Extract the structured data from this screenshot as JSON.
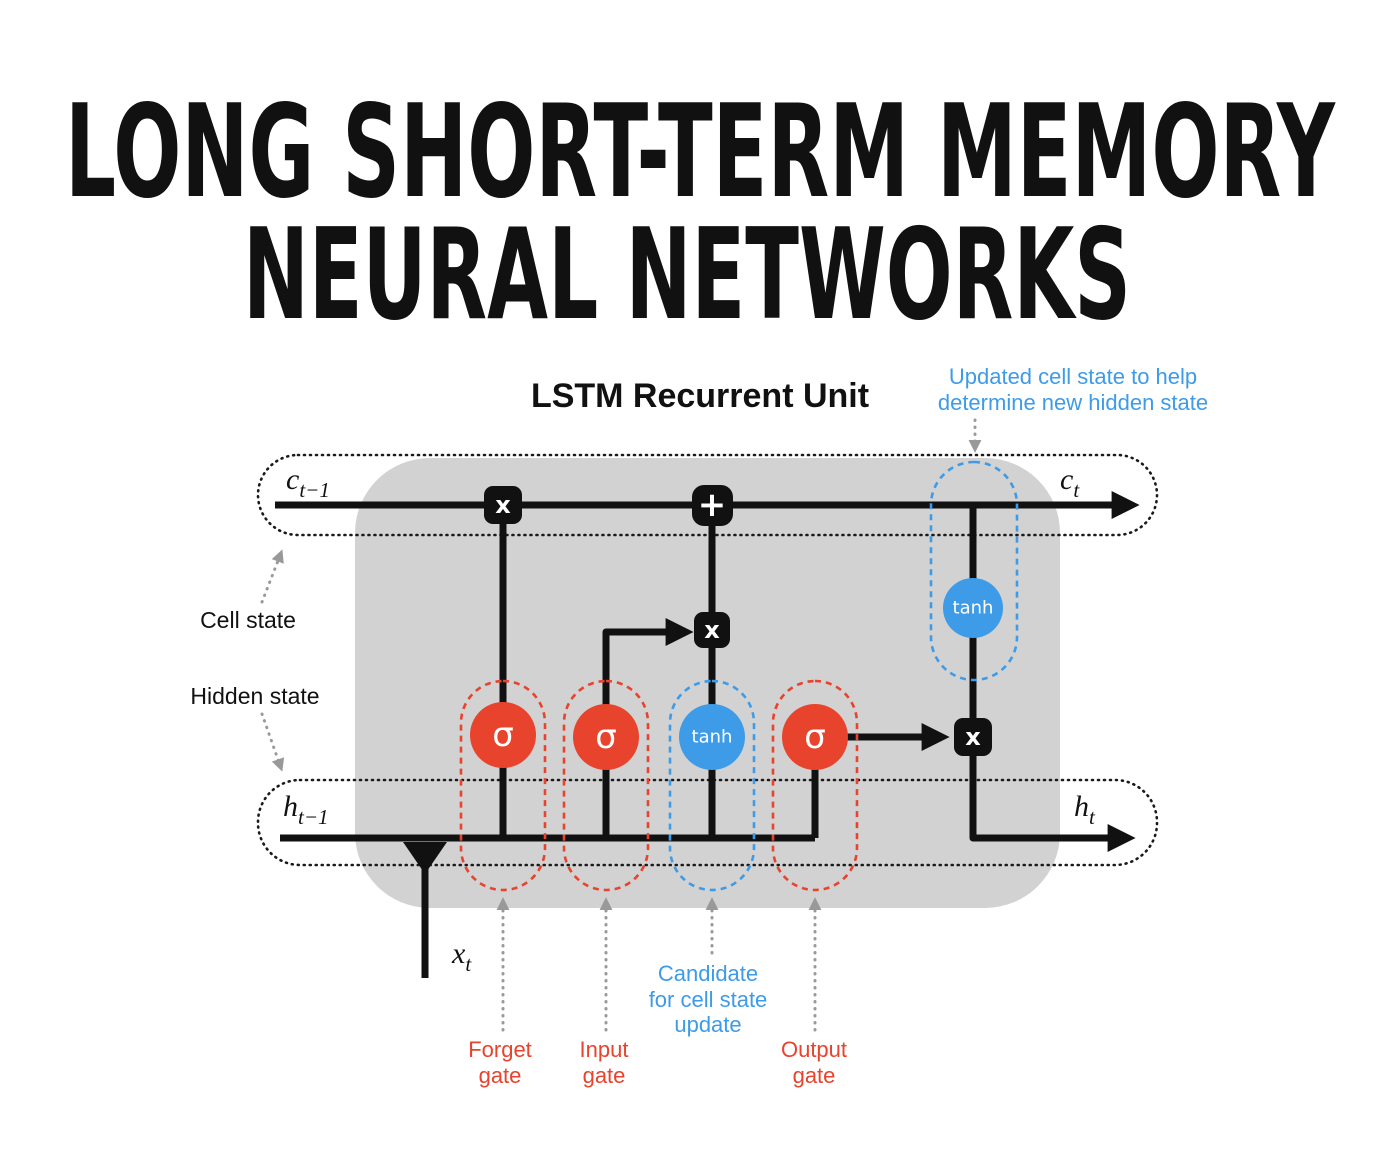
{
  "title": {
    "line1": "LONG SHORT-TERM MEMORY",
    "line2": "NEURAL NETWORKS"
  },
  "diagram": {
    "heading": "LSTM Recurrent Unit",
    "labels": {
      "cell_state": "Cell state",
      "hidden_state": "Hidden state",
      "updated_cell_line1": "Updated cell state to help",
      "updated_cell_line2": "determine new hidden state",
      "candidate_line1": "Candidate",
      "candidate_line2": "for cell state",
      "candidate_line3": "update",
      "forget_line1": "Forget",
      "forget_line2": "gate",
      "input_line1": "Input",
      "input_line2": "gate",
      "output_line1": "Output",
      "output_line2": "gate"
    },
    "symbols": {
      "sigma": "σ",
      "tanh": "tanh",
      "multiply": "x",
      "add": "+"
    },
    "math": {
      "c_prev": {
        "base": "c",
        "sub": "t−1"
      },
      "c_next": {
        "base": "c",
        "sub": "t"
      },
      "h_prev": {
        "base": "h",
        "sub": "t−1"
      },
      "h_next": {
        "base": "h",
        "sub": "t"
      },
      "x_in": {
        "base": "x",
        "sub": "t"
      }
    },
    "colors": {
      "gate_red": "#e8432c",
      "accent_blue": "#3d9be8",
      "body_gray": "#d2d2d2",
      "ink_black": "#111111",
      "leader_gray": "#999999"
    }
  }
}
